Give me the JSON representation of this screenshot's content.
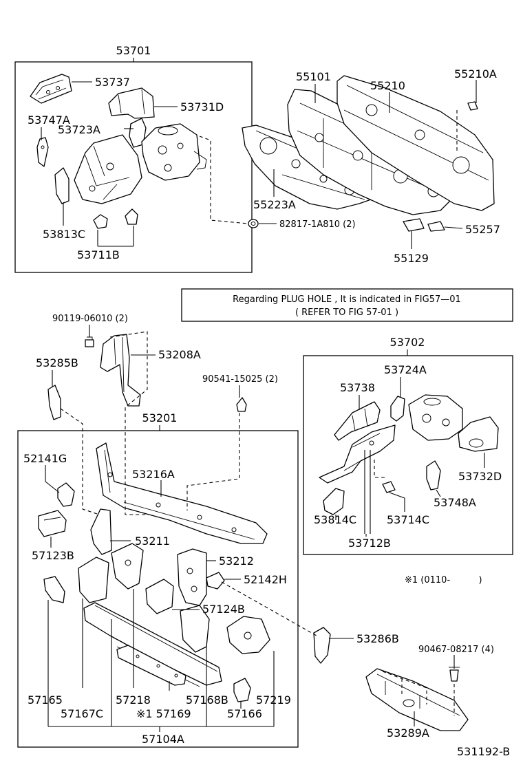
{
  "groups": {
    "g53701": "53701",
    "g53702": "53702",
    "g53201": "53201"
  },
  "notice": {
    "line1": "Regarding PLUG HOLE , It is indicated in FIG57—01",
    "line2": "( REFER TO FIG 57-01 )"
  },
  "footnote": "※1 (0110-          )",
  "figure_id": "531192-B",
  "parts": {
    "p53737": "53737",
    "p53731D": "53731D",
    "p53747A": "53747A",
    "p53723A": "53723A",
    "p53813C": "53813C",
    "p53711B": "53711B",
    "p55101": "55101",
    "p55210": "55210",
    "p55210A": "55210A",
    "p55223A": "55223A",
    "p82817": "82817-1A810 (2)",
    "p55257": "55257",
    "p55129": "55129",
    "p90119": "90119-06010 (2)",
    "p53285B": "53285B",
    "p53208A": "53208A",
    "p90541": "90541-15025 (2)",
    "p53724A": "53724A",
    "p53738": "53738",
    "p53732D": "53732D",
    "p53748A": "53748A",
    "p53814C": "53814C",
    "p53714C": "53714C",
    "p53712B": "53712B",
    "p52141G": "52141G",
    "p53216A": "53216A",
    "p57123B": "57123B",
    "p53211": "53211",
    "p53212": "53212",
    "p52142H": "52142H",
    "p57124B": "57124B",
    "p53286B": "53286B",
    "p90467": "90467-08217 (4)",
    "p57165": "57165",
    "p57167C": "57167C",
    "p57218": "57218",
    "p57169": "※1 57169",
    "p57168B": "57168B",
    "p57166": "57166",
    "p57219": "57219",
    "p57104A": "57104A",
    "p53289A": "53289A"
  }
}
